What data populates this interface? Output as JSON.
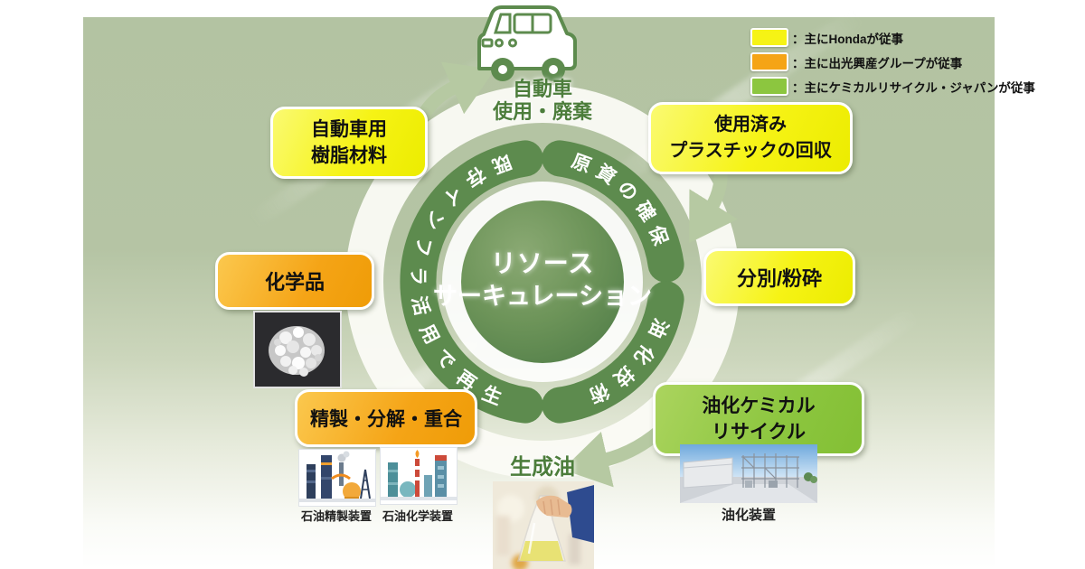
{
  "legend": {
    "items": [
      {
        "label": "：主にHondaが従事"
      },
      {
        "label": "：主に出光興産グループが従事"
      },
      {
        "label": "：主にケミカルリサイクル・ジャパンが従事"
      }
    ]
  },
  "center": {
    "line1": "リソース",
    "line2": "サーキュレーション"
  },
  "arcs": {
    "top_right": "原資の確保",
    "bottom_right": "油化技術",
    "left": "既存インフラ活用で再生"
  },
  "nodes": {
    "car_use": {
      "line1": "自動車",
      "line2": "使用・廃棄"
    },
    "resin": {
      "line1": "自動車用",
      "line2": "樹脂材料"
    },
    "collect": {
      "line1": "使用済み",
      "line2": "プラスチックの回収"
    },
    "sort": {
      "label": "分別/粉砕"
    },
    "chemical": {
      "label": "化学品"
    },
    "refine": {
      "label": "精製・分解・重合"
    },
    "oilify": {
      "line1": "油化ケミカル",
      "line2": "リサイクル"
    },
    "oil": {
      "label": "生成油"
    }
  },
  "captions": {
    "refinery": "石油精製装置",
    "petrochem": "石油化学装置",
    "oil_plant": "油化装置"
  },
  "colors": {
    "honda_yellow": "#f6f315",
    "idemitsu_orange": "#f5a416",
    "crj_green": "#8cc63f",
    "arc_green": "#5d8b4e",
    "title_green": "#4c7d3b",
    "panel_sage": "#b4c4a3"
  }
}
